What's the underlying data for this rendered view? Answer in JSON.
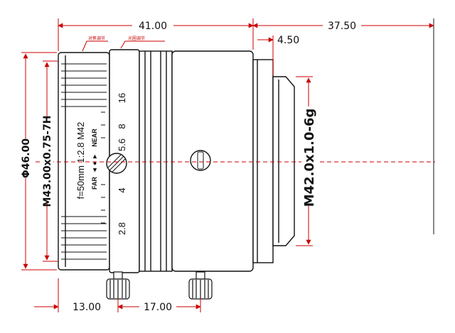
{
  "dimensions": {
    "top_overall": "41.00",
    "top_back": "37.50",
    "flange_offset": "4.50",
    "outer_diameter": "Φ46.00",
    "filter_thread": "M43.00x0.75-7H",
    "mount_thread": "M42.0x1.0-6g",
    "front_to_screw": "13.00",
    "screw_spacing": "17.00"
  },
  "callouts": {
    "focus_ring": "对焦调节",
    "aperture_ring": "光圈调节"
  },
  "lens_markings": {
    "spec": "f=50mm 1:2.8 M42",
    "far": "FAR",
    "near": "NEAR",
    "direction": "◄ ● ►"
  },
  "aperture_scale": [
    "2.8",
    "4",
    "5.6",
    "8",
    "16"
  ],
  "colors": {
    "dimension_line": "#cc0000",
    "outline": "#111111",
    "fill": "#ffffff"
  }
}
